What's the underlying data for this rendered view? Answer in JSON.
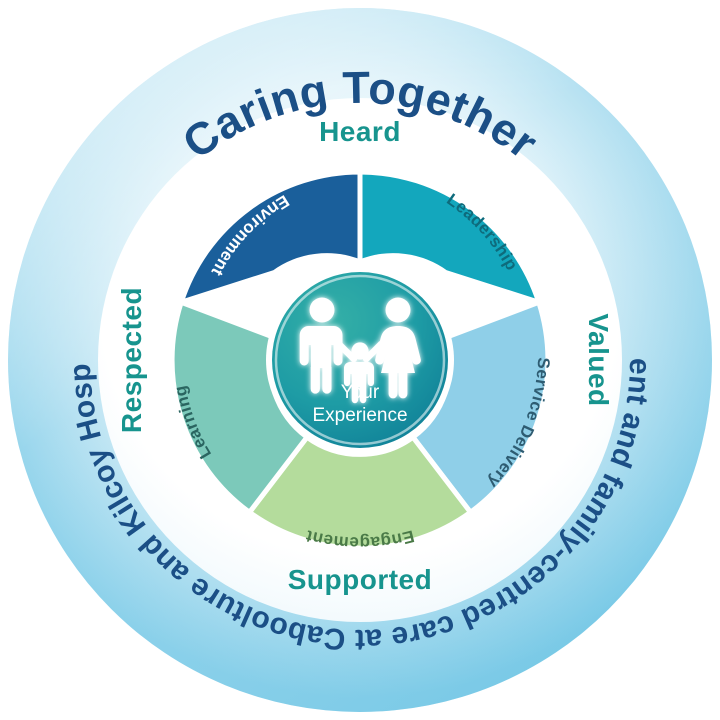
{
  "diagram": {
    "title": "Caring Together",
    "subtitle": "Patient and family-centred care at Caboolture and Kilcoy Hospitals",
    "center": {
      "line1": "Your",
      "line2": "Experience",
      "icon": "family-icon",
      "fill_outer": "#1C8E9E",
      "fill_inner": "#2BA6A0"
    },
    "pillars": [
      {
        "label": "Heard",
        "position": "top",
        "color": "#17948E"
      },
      {
        "label": "Valued",
        "position": "right",
        "color": "#17948E"
      },
      {
        "label": "Supported",
        "position": "bottom",
        "color": "#17948E"
      },
      {
        "label": "Respected",
        "position": "left",
        "color": "#17948E"
      }
    ],
    "segments": [
      {
        "name": "Environment",
        "color": "#1A5F9B",
        "text_color": "#FFFFFF",
        "start_angle": -90,
        "end_angle": -162
      },
      {
        "name": "Leadership",
        "color": "#13A7BD",
        "text_color": "#0E6B7C",
        "start_angle": -90,
        "end_angle": -18
      },
      {
        "name": "Service Delivery",
        "color": "#8FCFE8",
        "text_color": "#2E5C72",
        "start_angle": -18,
        "end_angle": 54
      },
      {
        "name": "Engagement",
        "color": "#B4DC9C",
        "text_color": "#4A7A47",
        "start_angle": 54,
        "end_angle": 126
      },
      {
        "name": "Learning",
        "color": "#7CC9BA",
        "text_color": "#2A6560",
        "start_angle": 126,
        "end_angle": 198
      }
    ],
    "rings": {
      "outer_ring_color_light": "#EAF7FC",
      "outer_ring_color_mid": "#A9DCEF",
      "outer_ring_color_deep": "#7FCCE8",
      "inner_plate_color": "#FFFFFF"
    }
  }
}
